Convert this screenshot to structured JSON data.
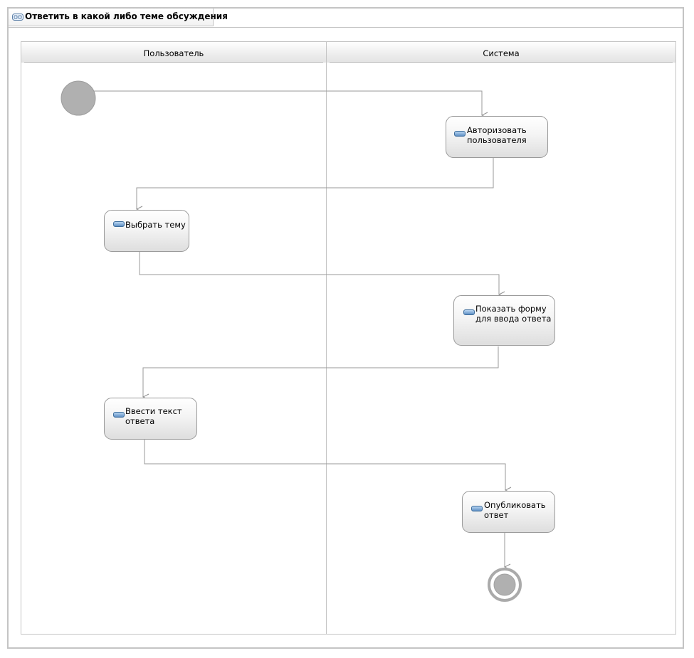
{
  "diagram": {
    "title": "Ответить в какой либо теме обсуждения",
    "lanes": [
      {
        "name": "Пользователь"
      },
      {
        "name": "Система"
      }
    ],
    "actions": {
      "authorize": "Авторизовать\nпользователя",
      "choose_topic": "Выбрать тему",
      "show_form": "Показать форму\nдля ввода ответа",
      "enter_text": "Ввести текст\nответа",
      "publish": "Опубликовать\nответ"
    },
    "colors": {
      "node_fill": "#b0b0b0",
      "edge": "#9a9a9a",
      "action_icon": "#5e8fc4"
    }
  }
}
